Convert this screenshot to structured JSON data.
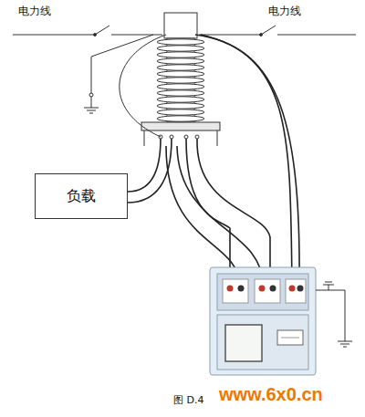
{
  "diagram": {
    "caption": "图 D.4",
    "nodes": [
      {
        "text": [
          "负载"
        ]
      }
    ],
    "labels": [
      "电力线",
      "电力线",
      "www.6x0.cn"
    ]
  }
}
